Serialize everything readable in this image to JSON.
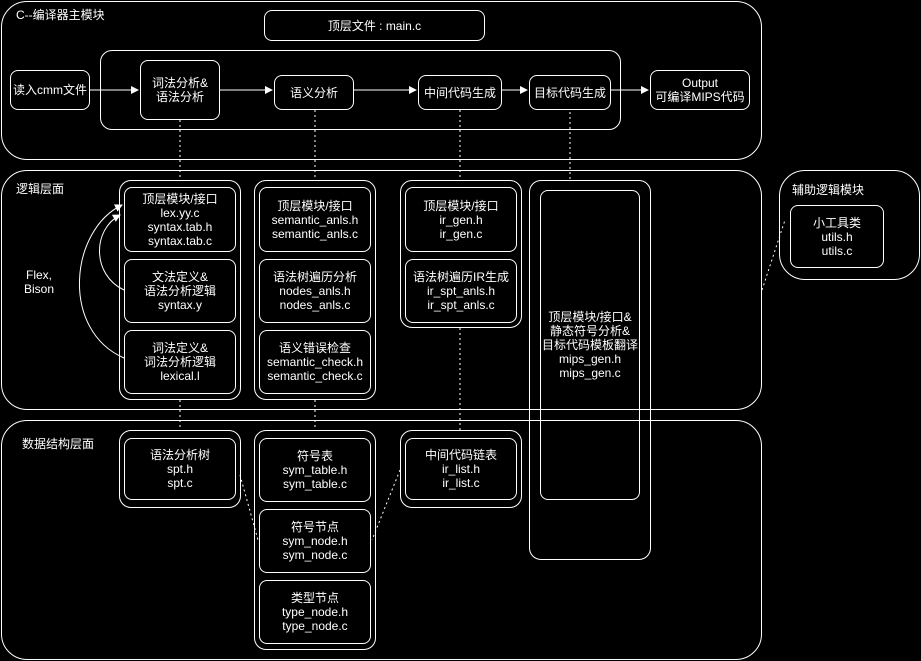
{
  "main_module": {
    "title": "C--编译器主模块",
    "top_file": "顶层文件 : main.c",
    "read_input": "读入cmm文件",
    "stages": [
      [
        "词法分析&",
        "语法分析"
      ],
      [
        "语义分析"
      ],
      [
        "中间代码生成"
      ],
      [
        "目标代码生成"
      ]
    ],
    "output": [
      "Output",
      "可编译MIPS代码"
    ]
  },
  "logic_layer": {
    "title": "逻辑层面",
    "tool_label": [
      "Flex,",
      "Bison"
    ],
    "lexsyn": [
      [
        "顶层模块/接口",
        "lex.yy.c",
        "syntax.tab.h",
        "syntax.tab.c"
      ],
      [
        "文法定义&",
        "语法分析逻辑",
        "syntax.y"
      ],
      [
        "词法定义&",
        "词法分析逻辑",
        "lexical.l"
      ]
    ],
    "semantic": [
      [
        "顶层模块/接口",
        "semantic_anls.h",
        "semantic_anls.c"
      ],
      [
        "语法树遍历分析",
        "nodes_anls.h",
        "nodes_anls.c"
      ],
      [
        "语义错误检查",
        "semantic_check.h",
        "semantic_check.c"
      ]
    ],
    "ir": [
      [
        "顶层模块/接口",
        "ir_gen.h",
        "ir_gen.c"
      ],
      [
        "语法树遍历IR生成",
        "ir_spt_anls.h",
        "ir_spt_anls.c"
      ]
    ],
    "mips": [
      "顶层模块/接口&",
      "静态符号分析&",
      "目标代码模板翻译",
      "mips_gen.h",
      "mips_gen.c"
    ]
  },
  "aux_module": {
    "title": "辅助逻辑模块",
    "tools": [
      "小工具类",
      "utils.h",
      "utils.c"
    ]
  },
  "data_layer": {
    "title": "数据结构层面",
    "spt": [
      "语法分析树",
      "spt.h",
      "spt.c"
    ],
    "symbols": [
      [
        "符号表",
        "sym_table.h",
        "sym_table.c"
      ],
      [
        "符号节点",
        "sym_node.h",
        "sym_node.c"
      ],
      [
        "类型节点",
        "type_node.h",
        "type_node.c"
      ]
    ],
    "ir_list": [
      "中间代码链表",
      "ir_list.h",
      "ir_list.c"
    ]
  }
}
